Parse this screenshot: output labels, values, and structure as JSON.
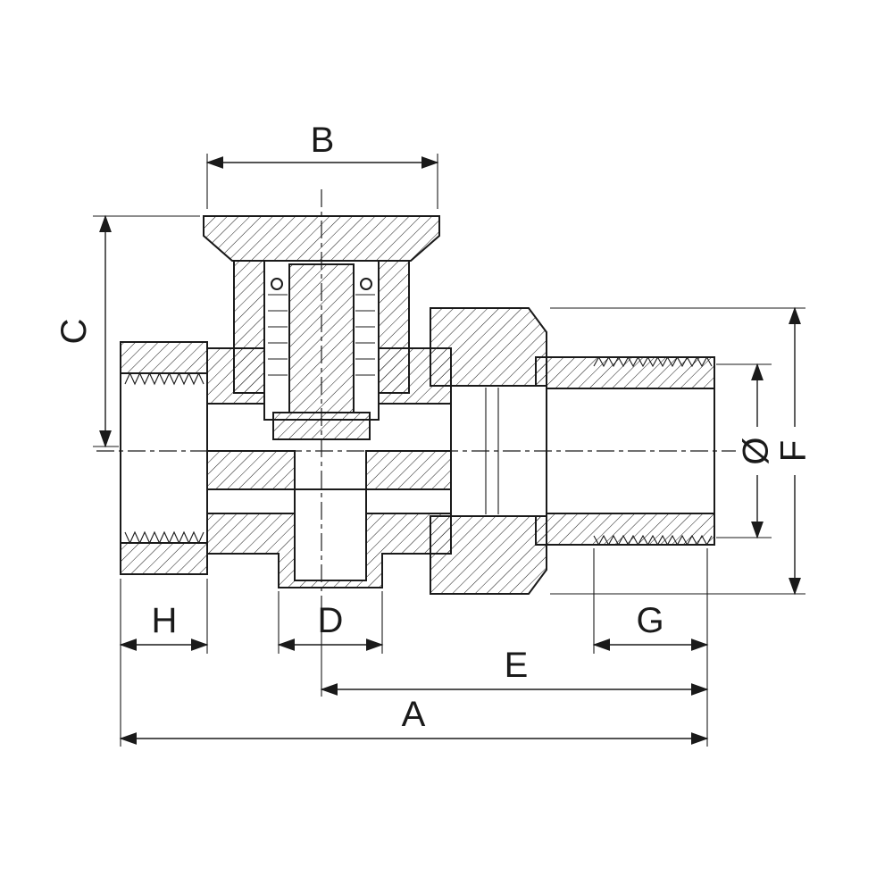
{
  "labels": {
    "a": "A",
    "b": "B",
    "c": "C",
    "d": "D",
    "e": "E",
    "f": "F",
    "g": "G",
    "h": "H",
    "diameter": "Ø"
  },
  "colors": {
    "line": "#1a1a1a",
    "background": "#ffffff"
  }
}
